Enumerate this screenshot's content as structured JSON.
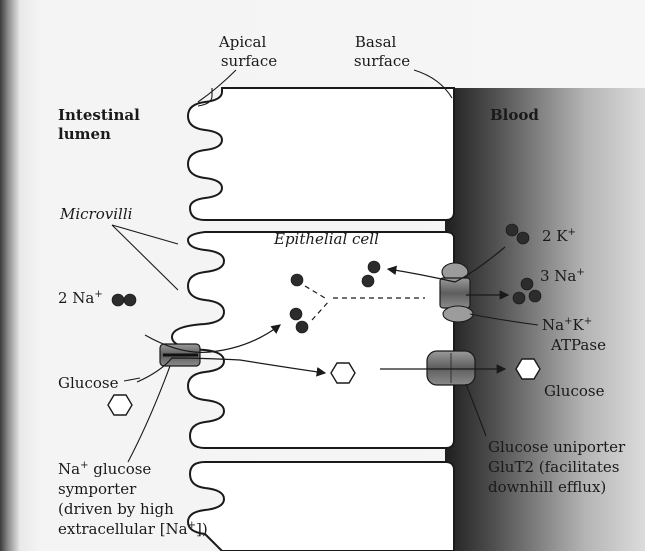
{
  "labels": {
    "apical_surface": [
      "Apical",
      "surface"
    ],
    "basal_surface": [
      "Basal",
      "surface"
    ],
    "intestinal_lumen": [
      "Intestinal",
      "lumen"
    ],
    "blood": "Blood",
    "microvilli": "Microvilli",
    "epithelial_cell": "Epithelial cell",
    "na_lumen": "2 Na",
    "glucose_lumen": "Glucose",
    "k_blood": "2 K",
    "na_blood": "3 Na",
    "atpase": [
      "Na K",
      "ATPase"
    ],
    "glucose_blood": "Glucose",
    "symporter": [
      "Na glucose",
      "symporter",
      "(driven by high",
      "extracellular [Na ])"
    ],
    "uniporter": [
      "Glucose uniporter",
      "GluT2 (facilitates",
      "downhill efflux)"
    ],
    "plus": "+"
  },
  "colors": {
    "membrane": "#1a1a1a",
    "cell_fill": "#ffffff",
    "blood_shade": "#3d3d3d",
    "ion": "#2c2c2c"
  }
}
